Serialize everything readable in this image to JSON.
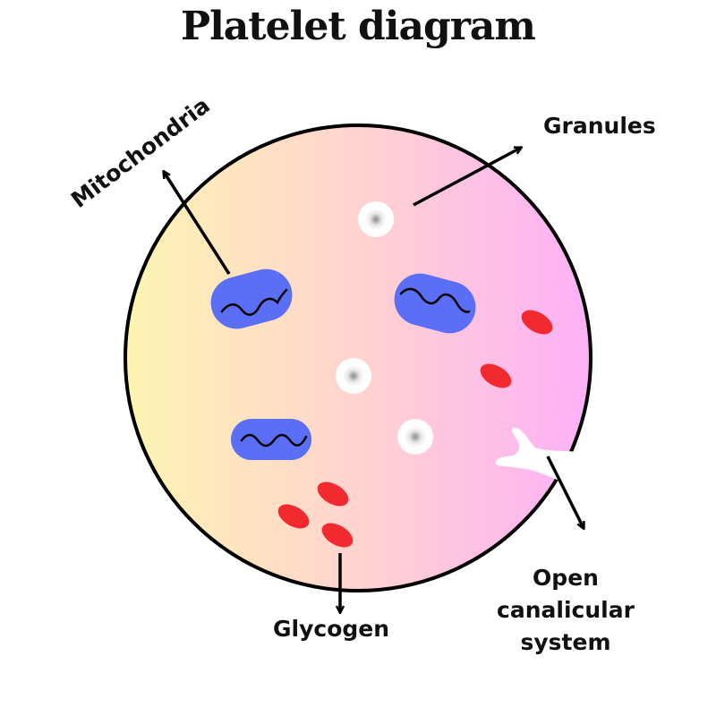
{
  "title": "Platelet diagram",
  "labels": {
    "mitochondria": "Mitochondria",
    "granules": "Granules",
    "glycogen": "Glycogen",
    "ocs": [
      "Open",
      "canalicular",
      "system"
    ]
  },
  "colors": {
    "gradient_left": "#fdf4b2",
    "gradient_mid": "#ffd3cf",
    "gradient_right": "#fdb0f8",
    "mitochondria": "#5a6ff5",
    "glycogen": "#f22a2f",
    "outline": "#000000"
  }
}
